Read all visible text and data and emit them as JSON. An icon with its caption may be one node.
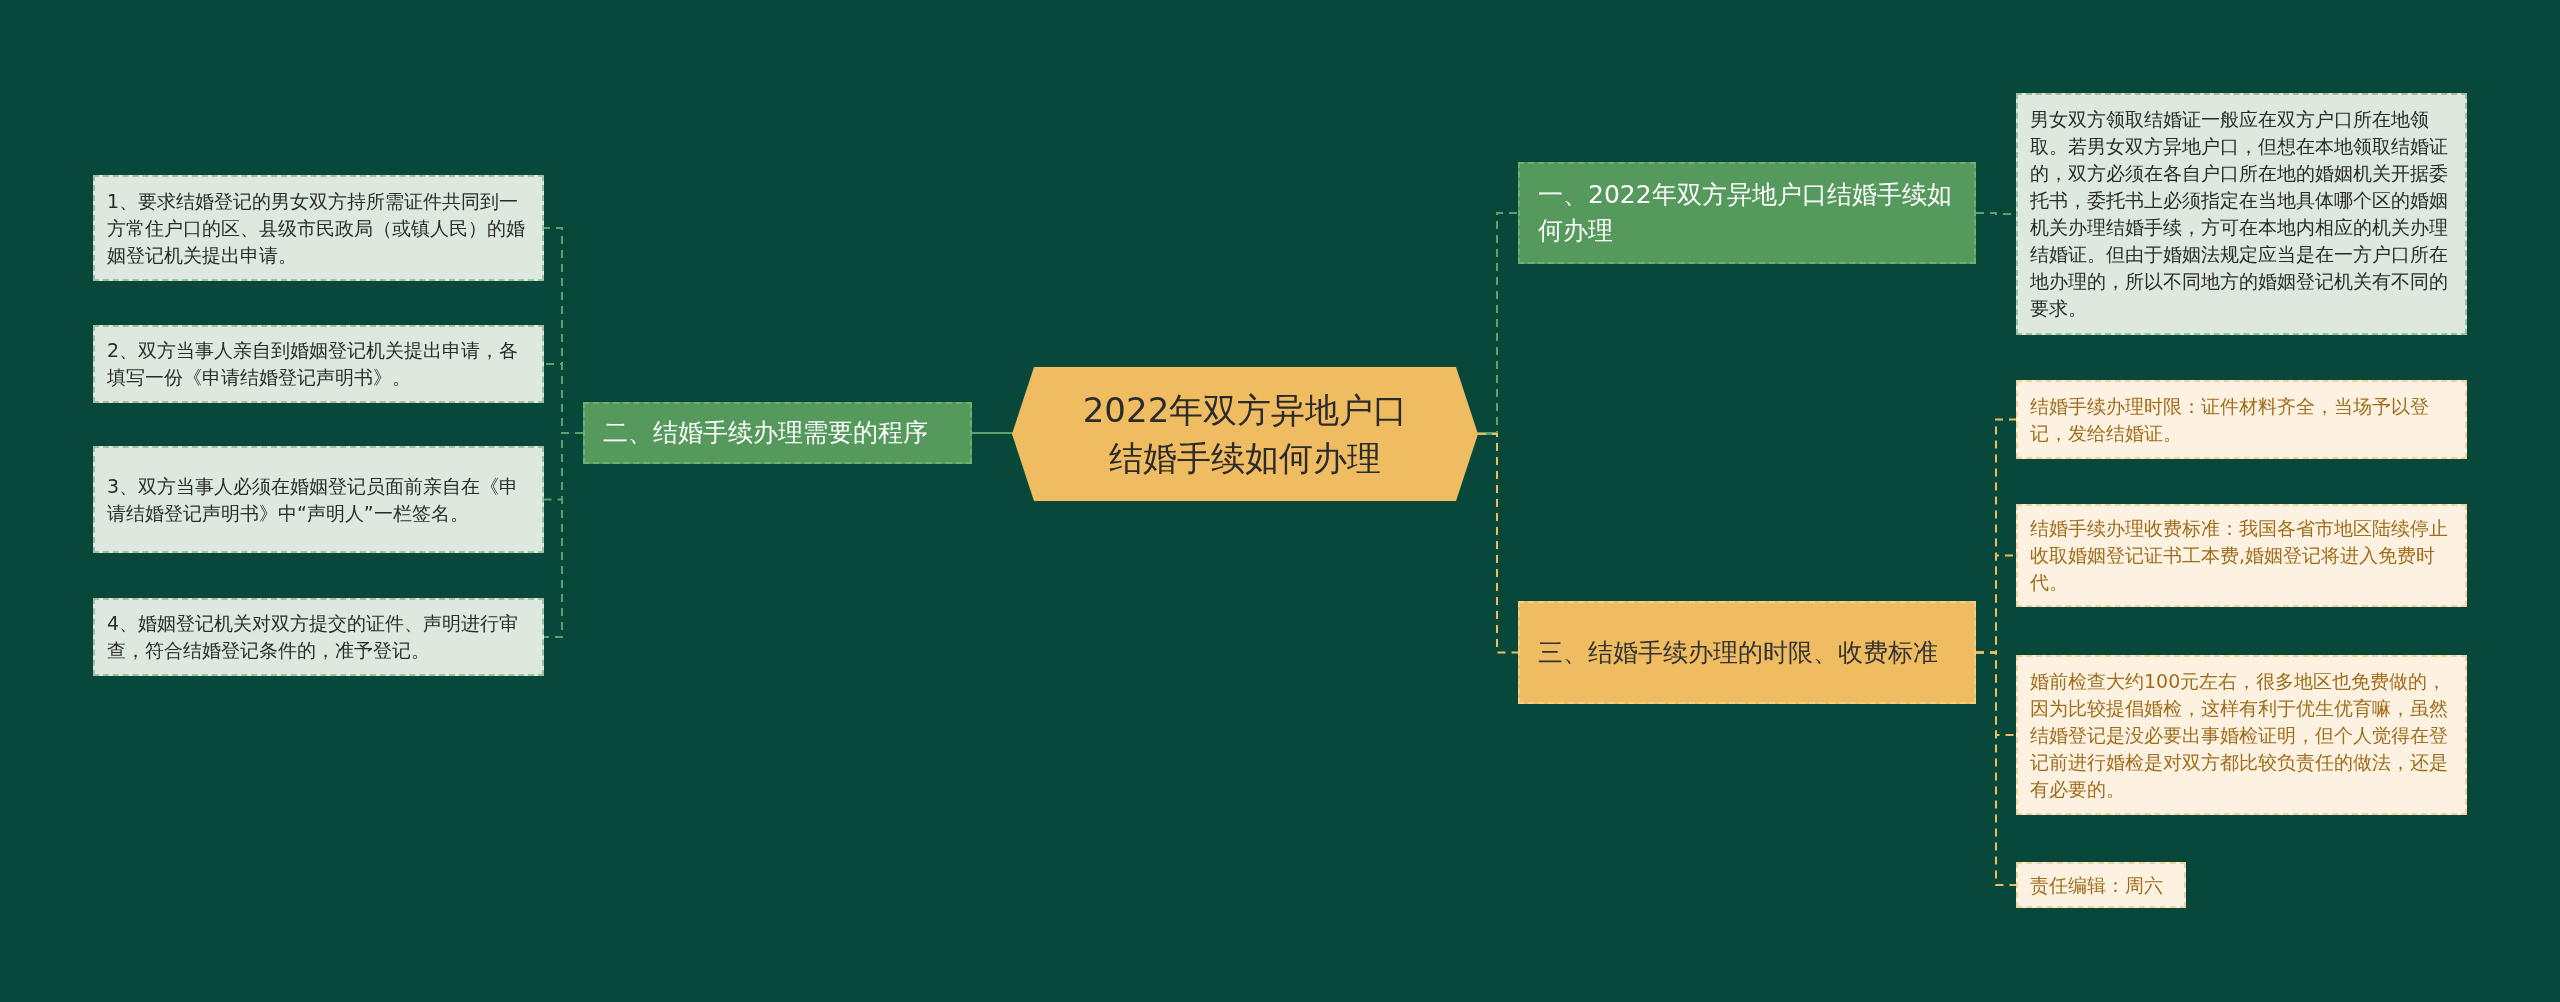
{
  "diagram": {
    "nodes": [
      {
        "text": [
          "2022年双方异地户口结婚手续如何办理"
        ]
      },
      {
        "text": [
          "二、结婚手续办理需要的程序"
        ]
      },
      {
        "text": [
          "1、要求结婚登记的男女双方持所需证件共同到一方常住户口的区、县级市民政局（或镇人民）的婚姻登记机关提出申请。"
        ]
      },
      {
        "text": [
          "2、双方当事人亲自到婚姻登记机关提出申请，各填写一份《申请结婚登记声明书》。"
        ]
      },
      {
        "text": [
          "3、双方当事人必须在婚姻登记员面前亲自在《申请结婚登记声明书》中“声明人”一栏签名。"
        ]
      },
      {
        "text": [
          "4、婚姻登记机关对双方提交的证件、声明进行审查，符合结婚登记条件的，准予登记。"
        ]
      },
      {
        "text": [
          "一、2022年双方异地户口结婚手续如何办理"
        ]
      },
      {
        "text": [
          "男女双方领取结婚证一般应在双方户口所在地领取。若男女双方异地户口，但想在本地领取结婚证的，双方必须在各自户口所在地的婚姻机关开据委托书，委托书上必须指定在当地具体哪个区的婚姻机关办理结婚手续，方可在本地内相应的机关办理结婚证。但由于婚姻法规定应当是在一方户口所在地办理的，所以不同地方的婚姻登记机关有不同的要求。"
        ]
      },
      {
        "text": [
          "三、结婚手续办理的时限、收费标准"
        ]
      },
      {
        "text": [
          "结婚手续办理时限：证件材料齐全，当场予以登记，发给结婚证。"
        ]
      },
      {
        "text": [
          "结婚手续办理收费标准：我国各省市地区陆续停止收取婚姻登记证书工本费,婚姻登记将进入免费时代。"
        ]
      },
      {
        "text": [
          "婚前检查大约100元左右，很多地区也免费做的，因为比较提倡婚检，这样有利于优生优育嘛，虽然结婚登记是没必要出事婚检证明，但个人觉得在登记前进行婚检是对双方都比较负责任的做法，还是有必要的。"
        ]
      },
      {
        "text": [
          "责任编辑：周六"
        ]
      }
    ],
    "edges": [
      {
        "from": 0,
        "to": 1,
        "arrow": "none"
      },
      {
        "from": 1,
        "to": 2,
        "arrow": "none",
        "style": "dashed"
      },
      {
        "from": 1,
        "to": 3,
        "arrow": "none",
        "style": "dashed"
      },
      {
        "from": 1,
        "to": 4,
        "arrow": "none",
        "style": "dashed"
      },
      {
        "from": 1,
        "to": 5,
        "arrow": "none",
        "style": "dashed"
      },
      {
        "from": 0,
        "to": 6,
        "arrow": "none",
        "style": "dashed"
      },
      {
        "from": 6,
        "to": 7,
        "arrow": "none",
        "style": "dashed"
      },
      {
        "from": 0,
        "to": 8,
        "arrow": "none",
        "style": "dashed",
        "color": "#f0bc62"
      },
      {
        "from": 8,
        "to": 9,
        "arrow": "none",
        "style": "dashed",
        "color": "#f0bc62"
      },
      {
        "from": 8,
        "to": 10,
        "arrow": "none",
        "style": "dashed",
        "color": "#f0bc62"
      },
      {
        "from": 8,
        "to": 11,
        "arrow": "none",
        "style": "dashed",
        "color": "#f0bc62"
      },
      {
        "from": 8,
        "to": 12,
        "arrow": "none",
        "style": "dashed",
        "color": "#f0bc62"
      }
    ]
  }
}
